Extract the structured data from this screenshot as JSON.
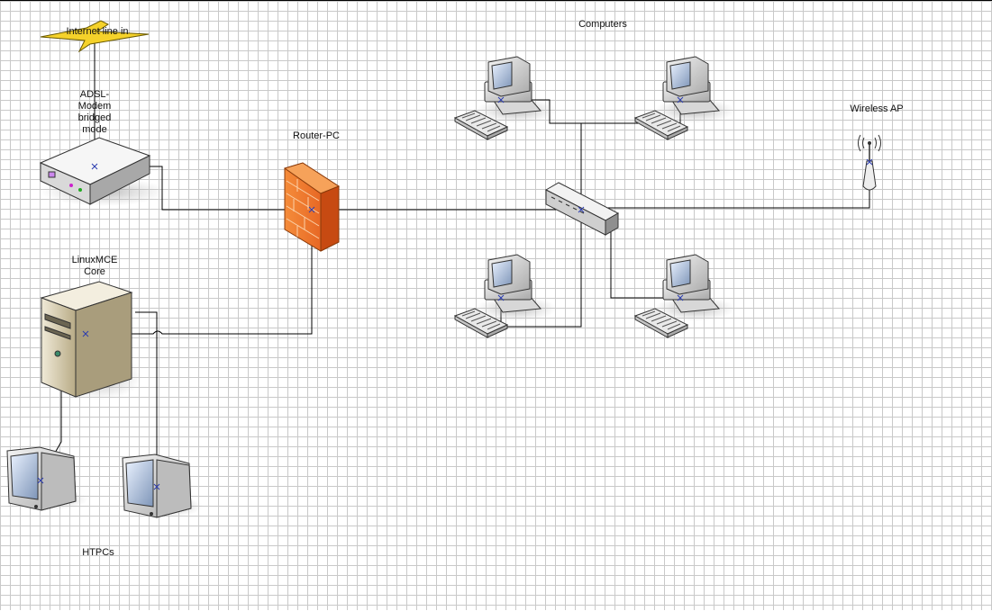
{
  "labels": {
    "internet": "Internet line in",
    "modem": "ADSL-\nModem\nbridged\nmode",
    "router": "Router-PC",
    "core": "LinuxMCE\nCore",
    "htpcs": "HTPCs",
    "computers": "Computers",
    "wireless": "Wireless AP"
  },
  "colors": {
    "grid": "#c9c9c9",
    "line": "#000000",
    "firewall": "#f07a2a",
    "lightning": "#f5d22a"
  }
}
